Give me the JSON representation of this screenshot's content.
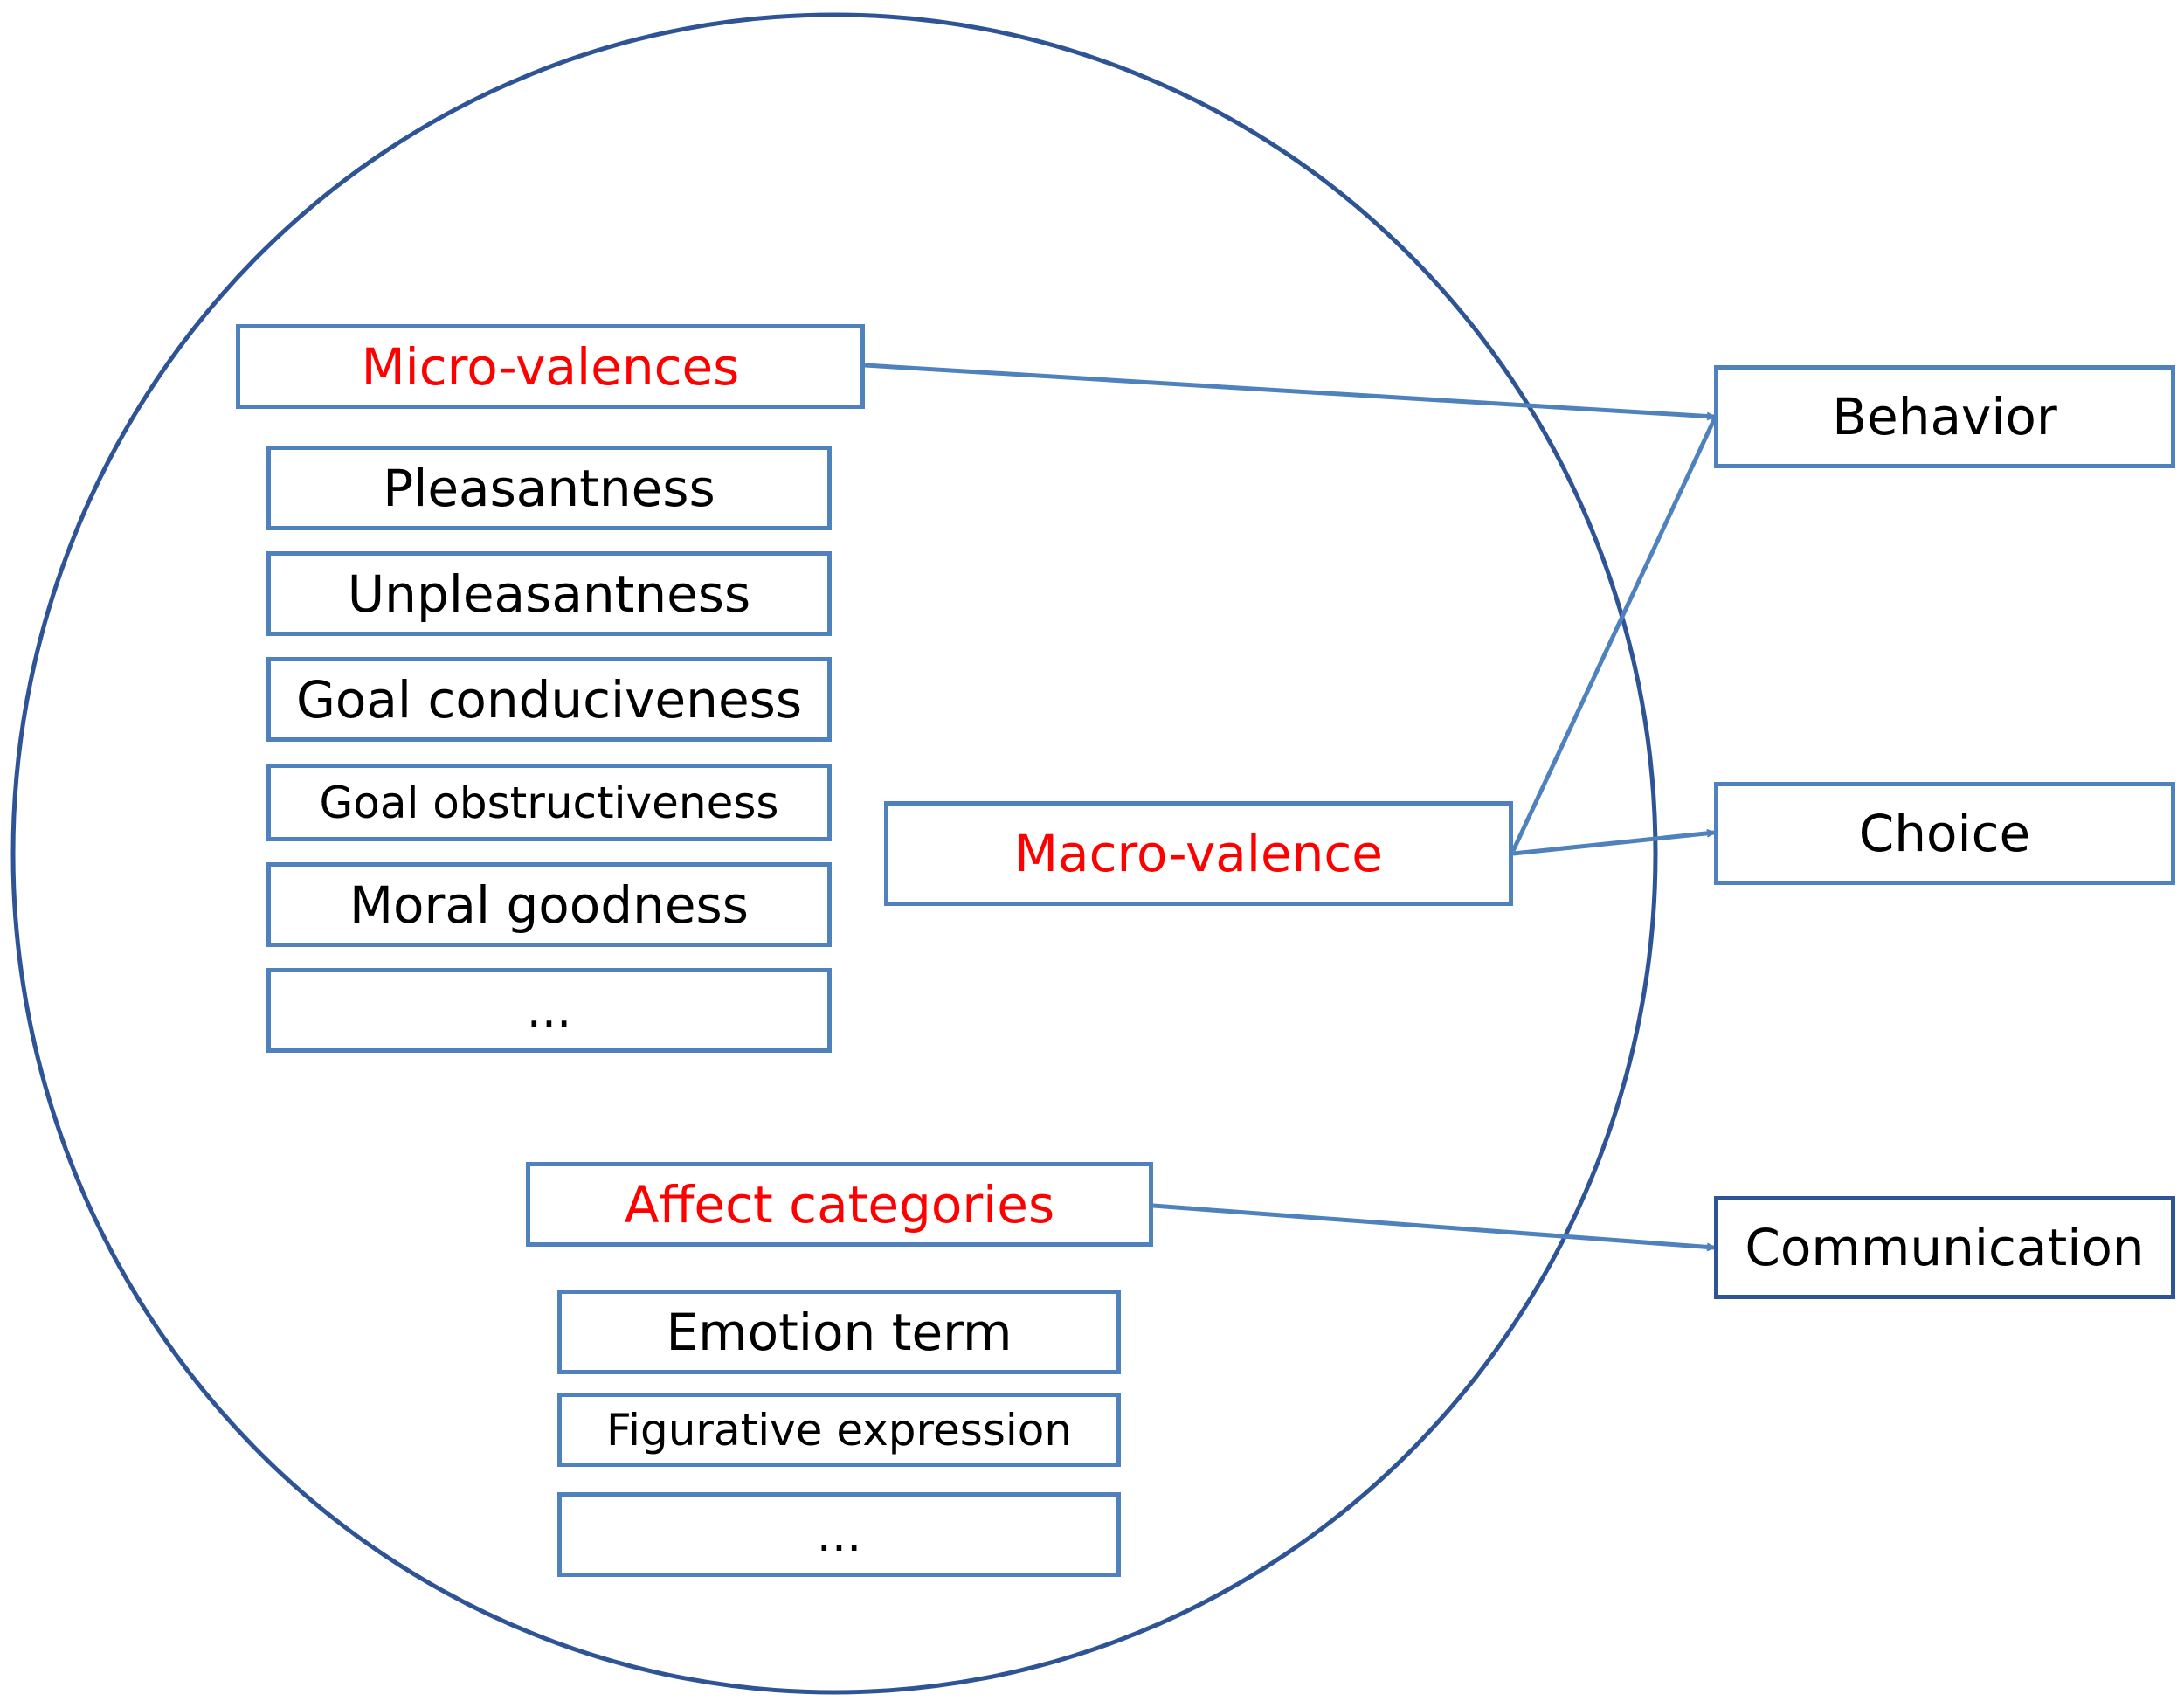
{
  "diagram": {
    "micro_valences": {
      "heading": "Micro-valences",
      "items": [
        "Pleasantness",
        "Unpleasantness",
        "Goal conduciveness",
        "Goal obstructiveness",
        "Moral goodness",
        "..."
      ]
    },
    "macro_valence": {
      "heading": "Macro-valence"
    },
    "affect_categories": {
      "heading": "Affect categories",
      "items": [
        "Emotion term",
        "Figurative expression",
        "..."
      ]
    },
    "outcomes": {
      "behavior": "Behavior",
      "choice": "Choice",
      "communication": "Communication"
    },
    "colors": {
      "heading_text": "#ff0000",
      "body_text": "#000000",
      "box_border": "#4f81bd",
      "circle": "#2f5496",
      "arrow": "#4f81bd"
    }
  }
}
